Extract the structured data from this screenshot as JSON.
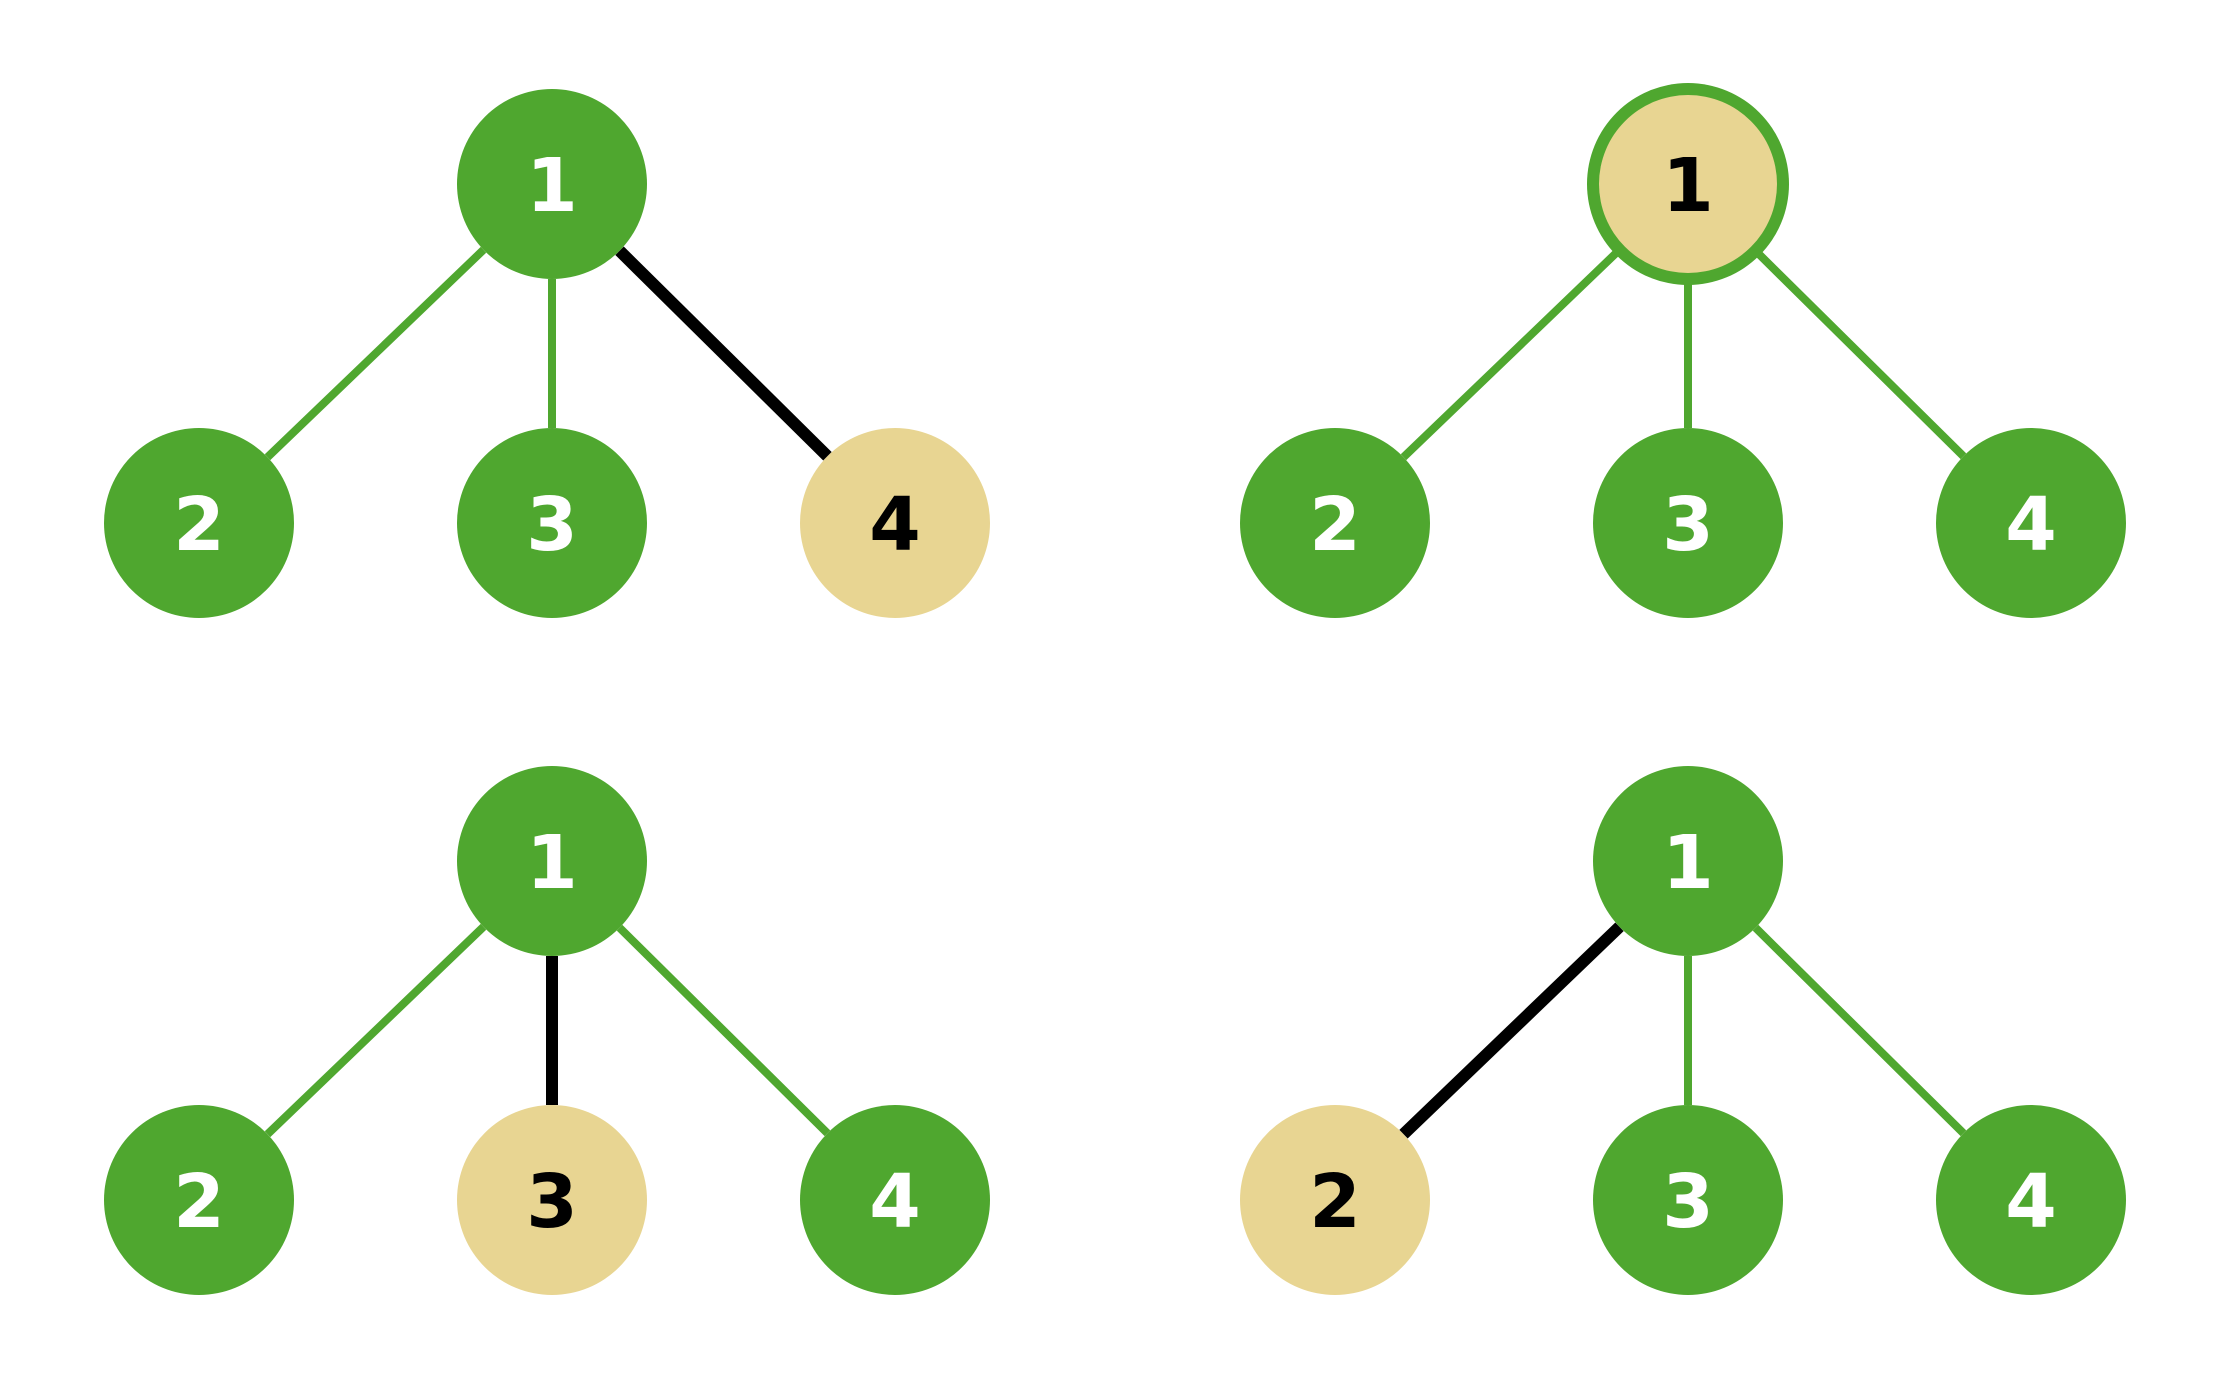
{
  "colors": {
    "green": "#4fa72f",
    "highlight": "#e8d592",
    "black": "#000000",
    "white": "#ffffff"
  },
  "diagrams": [
    {
      "root": "1",
      "root_highlighted": false,
      "children": [
        {
          "label": "2",
          "highlighted": false,
          "edge": "green"
        },
        {
          "label": "3",
          "highlighted": false,
          "edge": "green"
        },
        {
          "label": "4",
          "highlighted": true,
          "edge": "black"
        }
      ]
    },
    {
      "root": "1",
      "root_highlighted": true,
      "children": [
        {
          "label": "2",
          "highlighted": false,
          "edge": "green"
        },
        {
          "label": "3",
          "highlighted": false,
          "edge": "green"
        },
        {
          "label": "4",
          "highlighted": false,
          "edge": "green"
        }
      ]
    },
    {
      "root": "1",
      "root_highlighted": false,
      "children": [
        {
          "label": "2",
          "highlighted": false,
          "edge": "green"
        },
        {
          "label": "3",
          "highlighted": true,
          "edge": "black"
        },
        {
          "label": "4",
          "highlighted": false,
          "edge": "green"
        }
      ]
    },
    {
      "root": "1",
      "root_highlighted": false,
      "children": [
        {
          "label": "2",
          "highlighted": true,
          "edge": "black"
        },
        {
          "label": "3",
          "highlighted": false,
          "edge": "green"
        },
        {
          "label": "4",
          "highlighted": false,
          "edge": "green"
        }
      ]
    }
  ]
}
